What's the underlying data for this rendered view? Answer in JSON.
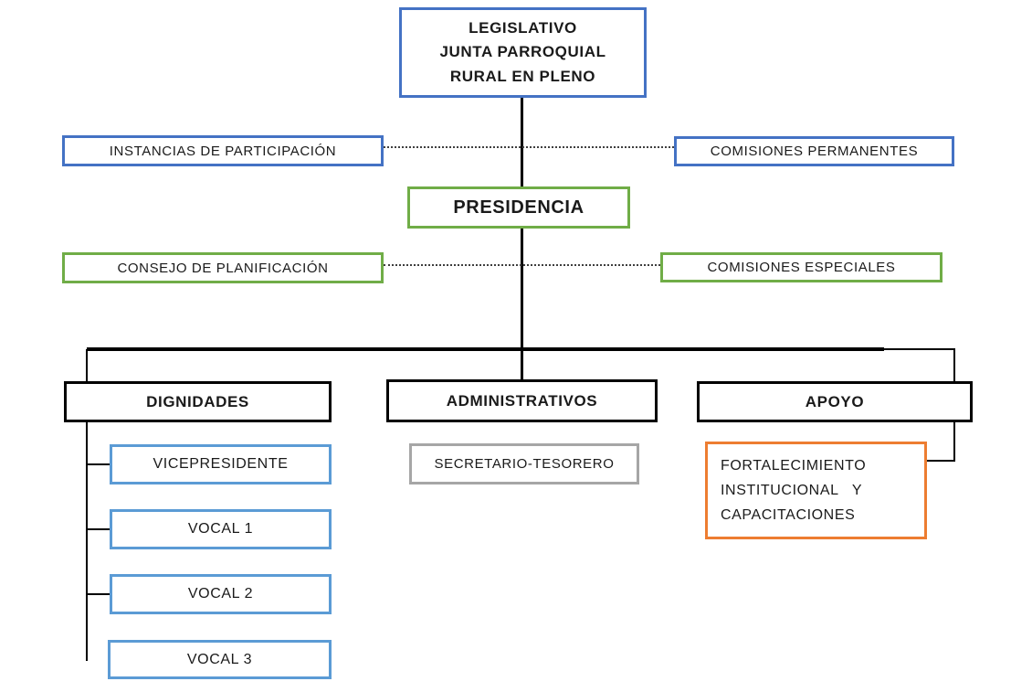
{
  "diagram": {
    "type": "organizational-chart",
    "nodes": {
      "legislativo": {
        "lines": [
          "LEGISLATIVO",
          "JUNTA PARROQUIAL",
          "RURAL EN PLENO"
        ],
        "border_color": "#4472C4"
      },
      "instancias_participacion": {
        "label": "INSTANCIAS DE PARTICIPACIÓN",
        "border_color": "#4472C4"
      },
      "comisiones_permanentes": {
        "label": "COMISIONES PERMANENTES",
        "border_color": "#4472C4"
      },
      "presidencia": {
        "label": "PRESIDENCIA",
        "border_color": "#70AD47"
      },
      "consejo_planificacion": {
        "label": "CONSEJO DE PLANIFICACIÓN",
        "border_color": "#70AD47"
      },
      "comisiones_especiales": {
        "label": "COMISIONES ESPECIALES",
        "border_color": "#70AD47"
      },
      "dignidades": {
        "label": "DIGNIDADES",
        "border_color": "#000000"
      },
      "administrativos": {
        "label": "ADMINISTRATIVOS",
        "border_color": "#000000"
      },
      "apoyo": {
        "label": "APOYO",
        "border_color": "#000000"
      },
      "vicepresidente": {
        "label": "VICEPRESIDENTE",
        "border_color": "#5B9BD5"
      },
      "vocal1": {
        "label": "VOCAL 1",
        "border_color": "#5B9BD5"
      },
      "vocal2": {
        "label": "VOCAL 2",
        "border_color": "#5B9BD5"
      },
      "vocal3": {
        "label": "VOCAL 3",
        "border_color": "#5B9BD5"
      },
      "secretario_tesorero": {
        "label": "SECRETARIO-TESORERO",
        "border_color": "#A6A6A6"
      },
      "fortalecimiento": {
        "lines": [
          "FORTALECIMIENTO",
          "INSTITUCIONAL   Y",
          "CAPACITACIONES"
        ],
        "border_color": "#ED7D31"
      }
    },
    "colors": {
      "blue": "#4472C4",
      "light_blue": "#5B9BD5",
      "green": "#70AD47",
      "orange": "#ED7D31",
      "gray": "#A6A6A6",
      "line_black": "#000000",
      "dotted_gray": "#3F3F3F"
    }
  }
}
